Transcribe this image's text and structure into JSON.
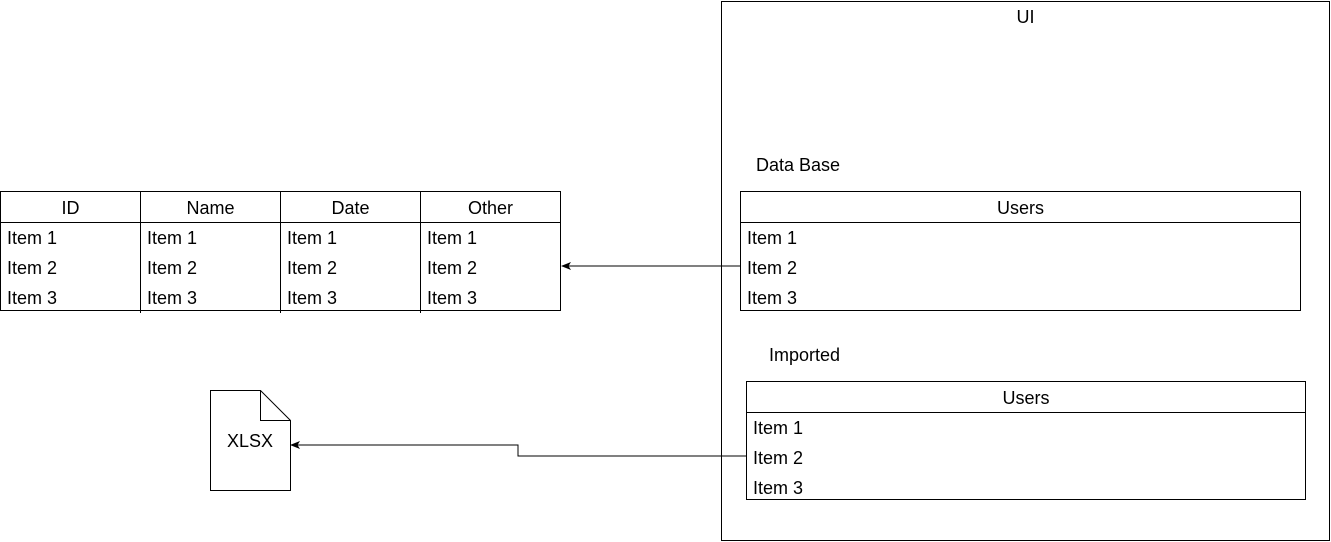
{
  "left_table": {
    "columns": [
      {
        "header": "ID",
        "items": [
          "Item 1",
          "Item 2",
          "Item 3"
        ]
      },
      {
        "header": "Name",
        "items": [
          "Item 1",
          "Item 2",
          "Item 3"
        ]
      },
      {
        "header": "Date",
        "items": [
          "Item 1",
          "Item 2",
          "Item 3"
        ]
      },
      {
        "header": "Other",
        "items": [
          "Item 1",
          "Item 2",
          "Item 3"
        ]
      }
    ]
  },
  "ui_container": {
    "title": "UI",
    "database": {
      "label": "Data Base",
      "table": {
        "header": "Users",
        "items": [
          "Item 1",
          "Item 2",
          "Item 3"
        ]
      }
    },
    "imported": {
      "label": "Imported",
      "table": {
        "header": "Users",
        "items": [
          "Item 1",
          "Item 2",
          "Item 3"
        ]
      }
    }
  },
  "document": {
    "label": "XLSX"
  },
  "colors": {
    "line": "#000000",
    "background": "#ffffff"
  }
}
